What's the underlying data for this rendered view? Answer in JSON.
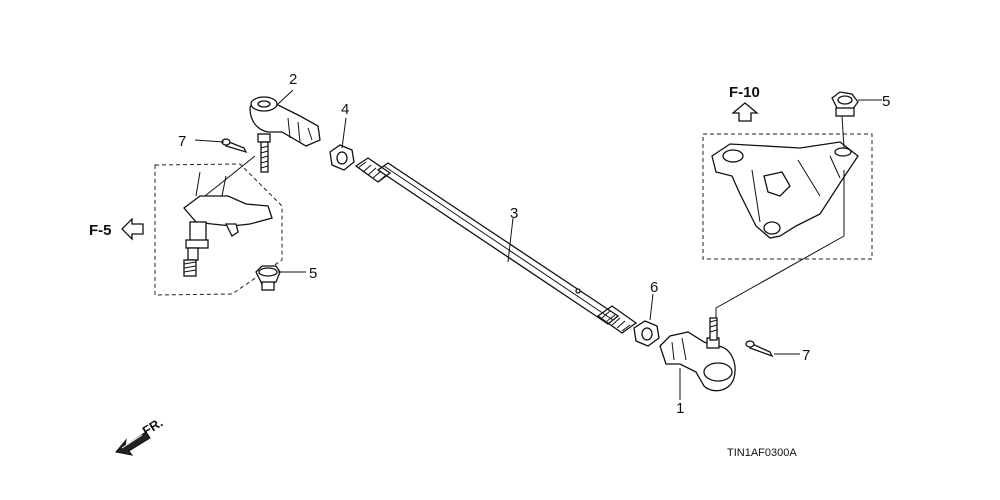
{
  "diagram": {
    "callouts": [
      "1",
      "2",
      "3",
      "4",
      "5",
      "5",
      "6",
      "7",
      "7"
    ],
    "references": [
      "F-10",
      "F-5"
    ],
    "direction_label": "FR.",
    "diagram_code": "TIN1AF0300A"
  }
}
